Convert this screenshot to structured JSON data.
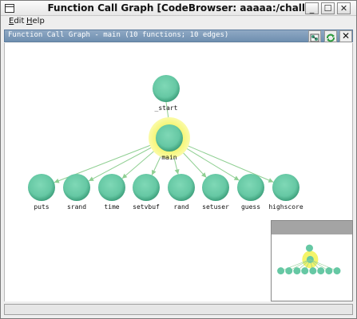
{
  "window": {
    "title": "Function Call Graph [CodeBrowser: aaaaa:/chall]",
    "min_glyph": "_",
    "max_glyph": "☐",
    "close_glyph": "✕"
  },
  "menu": {
    "edit": {
      "accel": "E",
      "rest": "dit"
    },
    "help": {
      "accel": "H",
      "rest": "elp"
    }
  },
  "panel": {
    "title": "Function Call Graph - main (10 functions; 10 edges)",
    "close_glyph": "✕"
  },
  "graph": {
    "colors": {
      "node_fill": "#66c8a4",
      "node_dark": "#3ea07c",
      "highlight": "#f4f46a",
      "edge": "#8fcf92"
    },
    "start_label": "_start",
    "main_label": "main",
    "callees": [
      "puts",
      "srand",
      "time",
      "setvbuf",
      "rand",
      "setuser",
      "guess",
      "highscore"
    ]
  },
  "statusbar": {
    "text": ""
  }
}
